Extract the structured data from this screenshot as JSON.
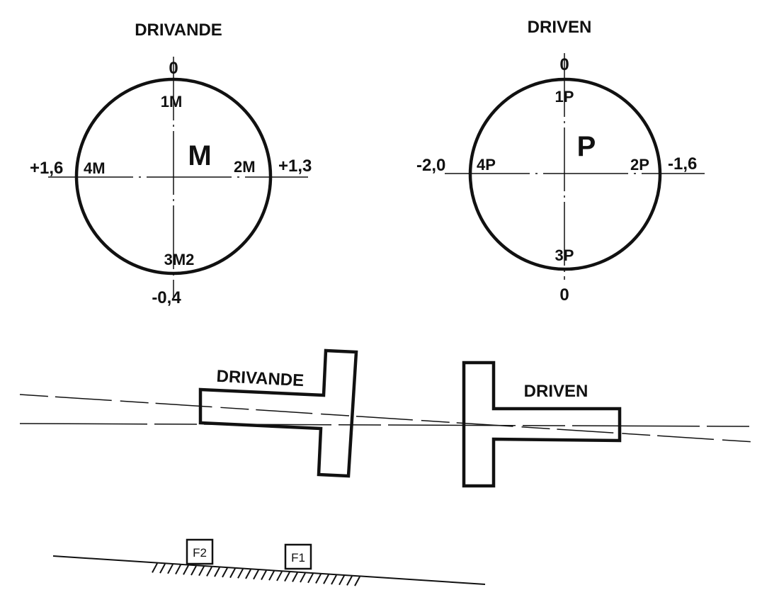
{
  "driving_circle": {
    "title": "DRIVANDE",
    "center_label": "M",
    "top_value": "0",
    "bottom_value": "-0,4",
    "left_value": "+1,6",
    "right_value": "+1,3",
    "points": {
      "p1": "1M",
      "p2": "2M",
      "p3": "3M2",
      "p4": "4M"
    }
  },
  "driven_circle": {
    "title": "DRIVEN",
    "center_label": "P",
    "top_value": "0",
    "bottom_value": "0",
    "left_value": "-2,0",
    "right_value": "-1,6",
    "points": {
      "p1": "1P",
      "p2": "2P",
      "p3": "3P",
      "p4": "4P"
    }
  },
  "shafts": {
    "driving_label": "DRIVANDE",
    "driven_label": "DRIVEN"
  },
  "ground": {
    "box1": "F2",
    "box2": "F1"
  },
  "colors": {
    "ink": "#111111",
    "background": "#ffffff"
  }
}
